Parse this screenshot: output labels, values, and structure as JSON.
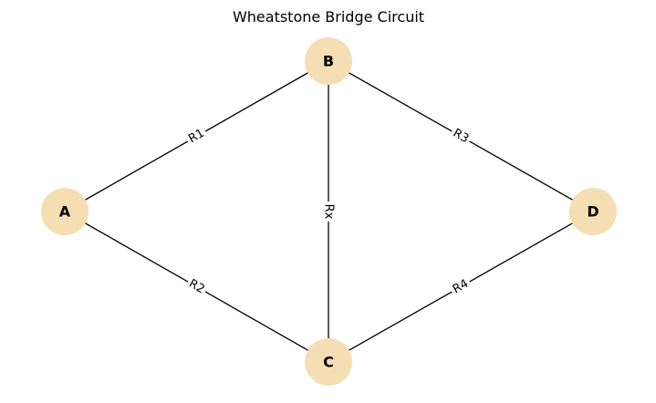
{
  "diagram": {
    "title": "Wheatstone Bridge Circuit",
    "node_color": "#F5DEB3",
    "edge_color": "#000000",
    "nodes": [
      {
        "id": "A",
        "label": "A"
      },
      {
        "id": "B",
        "label": "B"
      },
      {
        "id": "C",
        "label": "C"
      },
      {
        "id": "D",
        "label": "D"
      }
    ],
    "edges": [
      {
        "from": "A",
        "to": "B",
        "label": "R1"
      },
      {
        "from": "A",
        "to": "C",
        "label": "R2"
      },
      {
        "from": "B",
        "to": "D",
        "label": "R3"
      },
      {
        "from": "C",
        "to": "D",
        "label": "R4"
      },
      {
        "from": "B",
        "to": "C",
        "label": "Rx"
      }
    ]
  }
}
